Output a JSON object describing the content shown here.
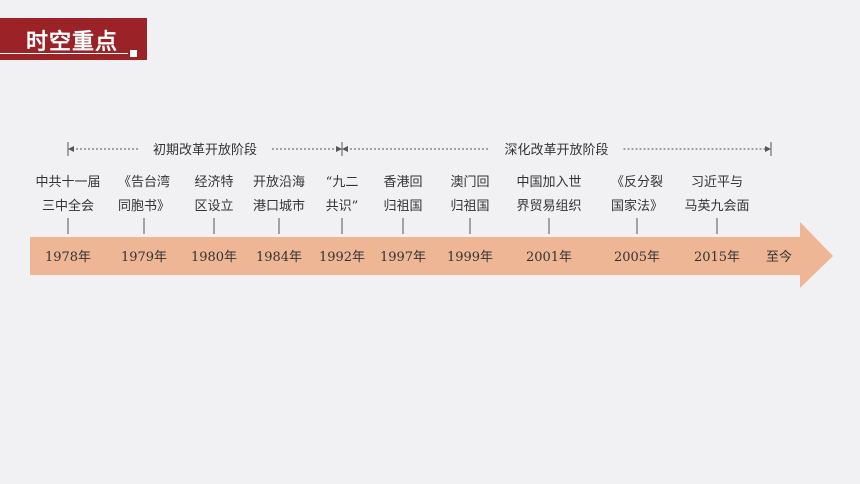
{
  "header": {
    "title": "时空重点"
  },
  "colors": {
    "accent": "#9b2226",
    "arrow": "#eeb695",
    "text": "#333333",
    "line": "#555555"
  },
  "phases": [
    {
      "label": "初期改革开放阶段"
    },
    {
      "label": "深化改革开放阶段"
    }
  ],
  "events": [
    {
      "lines": [
        "中共十一届",
        "三中全会"
      ],
      "year": "1978年"
    },
    {
      "lines": [
        "《告台湾",
        "同胞书》"
      ],
      "year": "1979年"
    },
    {
      "lines": [
        "经济特",
        "区设立"
      ],
      "year": "1980年"
    },
    {
      "lines": [
        "开放沿海",
        "港口城市"
      ],
      "year": "1984年"
    },
    {
      "lines": [
        "“九二",
        "共识”"
      ],
      "year": "1992年"
    },
    {
      "lines": [
        "香港回",
        "归祖国"
      ],
      "year": "1997年"
    },
    {
      "lines": [
        "澳门回",
        "归祖国"
      ],
      "year": "1999年"
    },
    {
      "lines": [
        "中国加入世",
        "界贸易组织"
      ],
      "year": "2001年"
    },
    {
      "lines": [
        "《反分裂",
        "国家法》"
      ],
      "year": "2005年"
    },
    {
      "lines": [
        "习近平与",
        "马英九会面"
      ],
      "year": "2015年"
    }
  ],
  "end_label": "至今"
}
